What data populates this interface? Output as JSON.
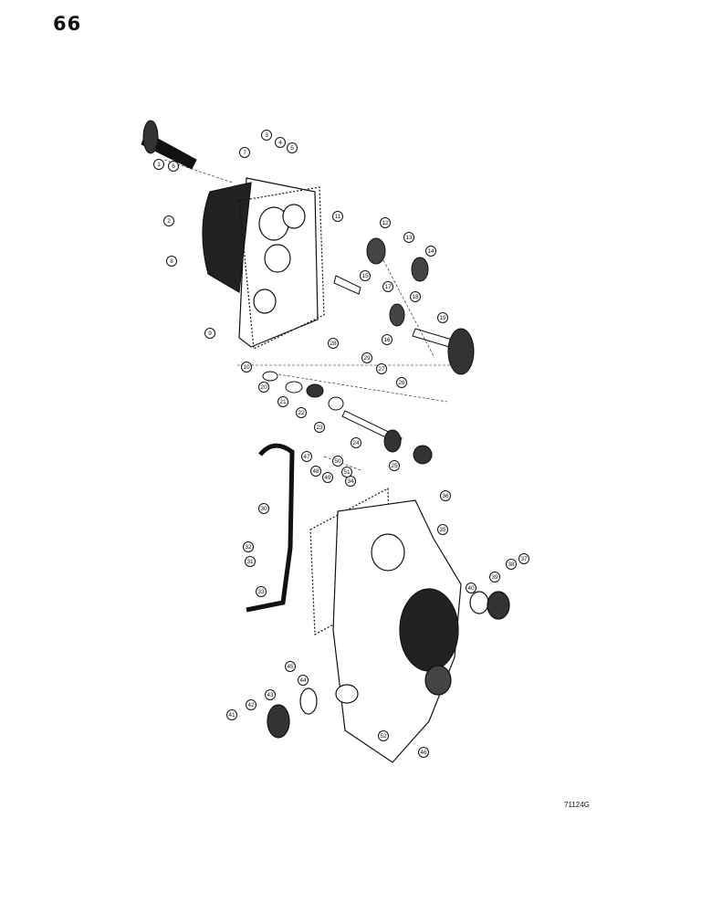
{
  "page": {
    "number": "66",
    "drawing_code": "71124G"
  },
  "diagram": {
    "callouts": [
      "1",
      "2",
      "3",
      "4",
      "5",
      "6",
      "7",
      "8",
      "9",
      "10",
      "11",
      "12",
      "13",
      "14",
      "15",
      "16",
      "17",
      "18",
      "19",
      "20",
      "21",
      "22",
      "23",
      "24",
      "25",
      "26",
      "27",
      "28",
      "29",
      "30",
      "31",
      "32",
      "33",
      "34",
      "35",
      "36",
      "37",
      "38",
      "39",
      "40",
      "41",
      "42",
      "43",
      "44",
      "45",
      "46",
      "47",
      "48",
      "49",
      "50",
      "51",
      "52"
    ]
  }
}
